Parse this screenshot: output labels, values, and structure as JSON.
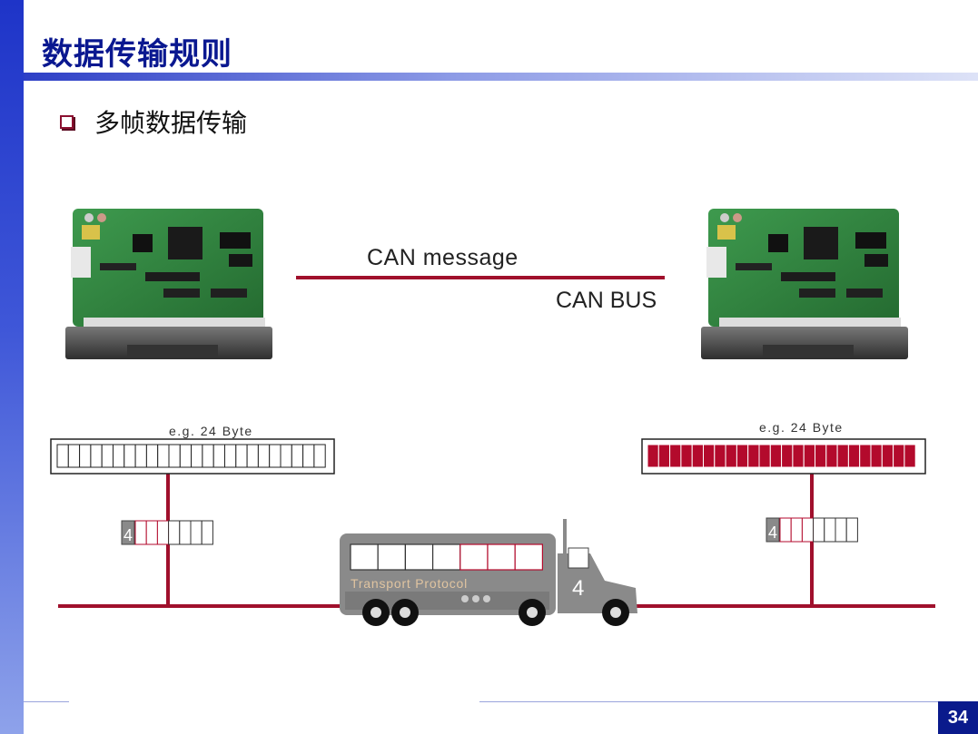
{
  "slide": {
    "title": "数据传输规则",
    "bullet": "多帧数据传输",
    "page_number": "34"
  },
  "diagram": {
    "can_message_label": "CAN message",
    "can_bus_label": "CAN BUS",
    "left_buffer_label": "e.g. 24 Byte",
    "right_buffer_label": "e.g. 24 Byte",
    "packet_number": "4",
    "truck_label": "Transport Protocol",
    "truck_number": "4",
    "buffer_cells": 24,
    "left_buffer_filled": 0,
    "right_buffer_filled": 24,
    "packet_data_cells": 7,
    "left_packet_filled": 3,
    "right_packet_filled": 3,
    "truck_cells": 7,
    "truck_filled": 4,
    "colors": {
      "bus": "#a0102c",
      "filled": "#b30a2c",
      "truck_body": "#8a8a8a",
      "board": "#2f7d3c",
      "connector": "#4a4a4a"
    }
  }
}
